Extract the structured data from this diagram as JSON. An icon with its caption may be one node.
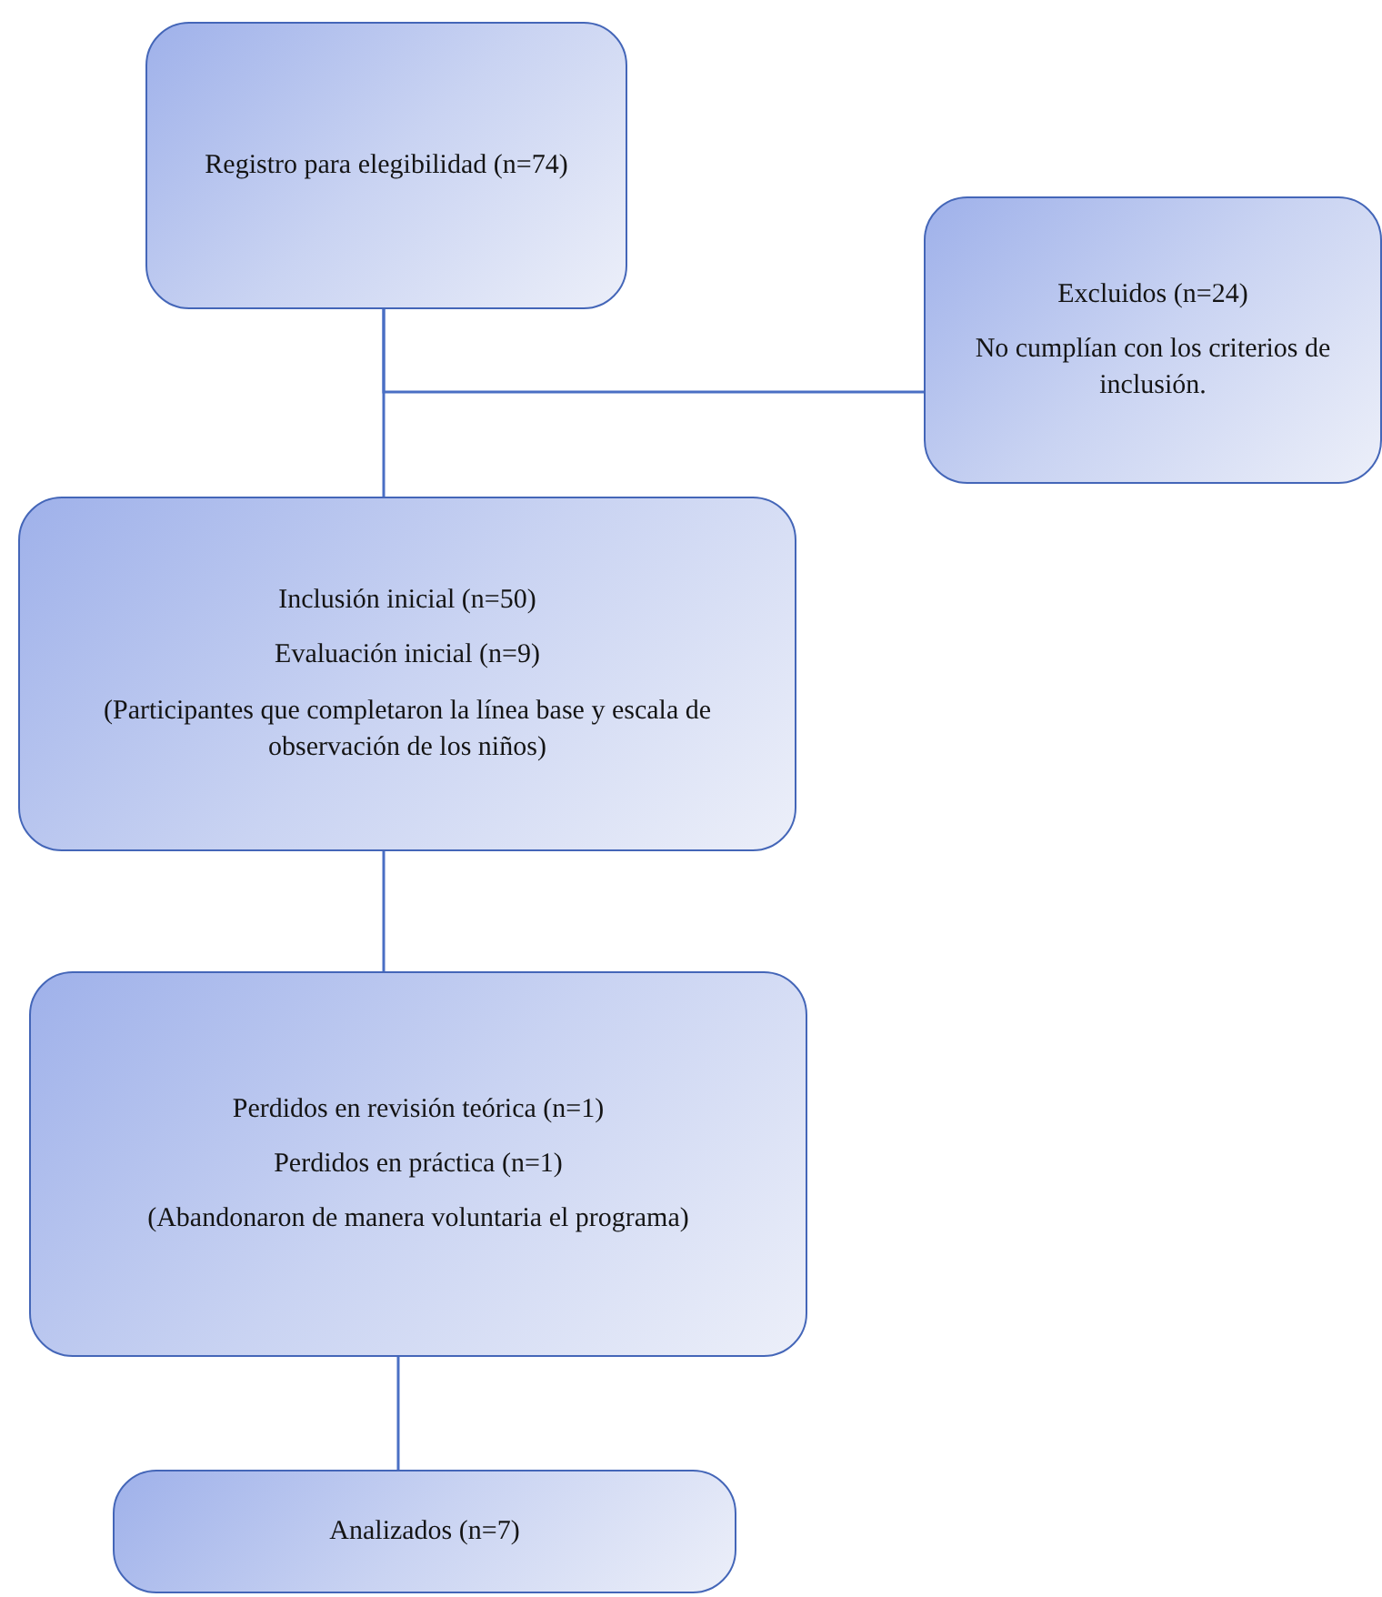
{
  "diagram": {
    "nodes": [
      {
        "text": [
          "Registro para elegibilidad (n=74)"
        ]
      },
      {
        "text": [
          "Excluidos (n=24)",
          "No cumplían con los criterios de inclusión."
        ]
      },
      {
        "text": [
          "Inclusión inicial (n=50)",
          "Evaluación inicial (n=9)",
          "(Participantes que completaron la línea base y escala de observación de los niños)"
        ]
      },
      {
        "text": [
          "Perdidos en revisión teórica (n=1)",
          "Perdidos en práctica (n=1)",
          "(Abandonaron de manera voluntaria el programa)"
        ]
      },
      {
        "text": [
          "Analizados (n=7)"
        ]
      }
    ],
    "edges": [
      {
        "from": 0,
        "to": 2,
        "arrow": "none"
      },
      {
        "from": 0,
        "to": 1,
        "arrow": "none"
      },
      {
        "from": 2,
        "to": 3,
        "arrow": "none"
      },
      {
        "from": 3,
        "to": 4,
        "arrow": "none"
      }
    ]
  }
}
